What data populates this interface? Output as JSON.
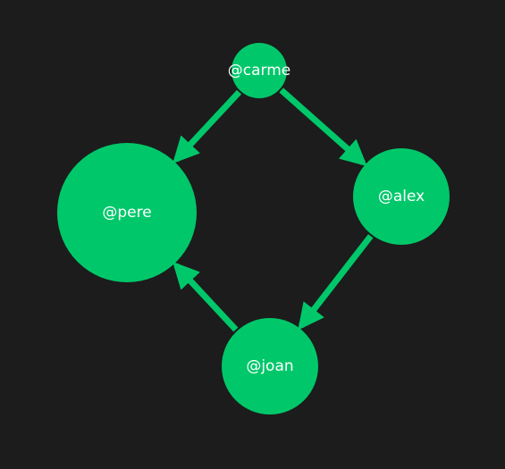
{
  "colors": {
    "background": "#1c1c1c",
    "node": "#00c86a",
    "edge": "#00c86a",
    "label": "#ffffff"
  },
  "nodes": [
    {
      "id": "carme",
      "label": "@carme"
    },
    {
      "id": "pere",
      "label": "@pere"
    },
    {
      "id": "alex",
      "label": "@alex"
    },
    {
      "id": "joan",
      "label": "@joan"
    }
  ],
  "edges": [
    {
      "from": "carme",
      "to": "pere"
    },
    {
      "from": "carme",
      "to": "alex"
    },
    {
      "from": "alex",
      "to": "joan"
    },
    {
      "from": "joan",
      "to": "pere"
    }
  ]
}
